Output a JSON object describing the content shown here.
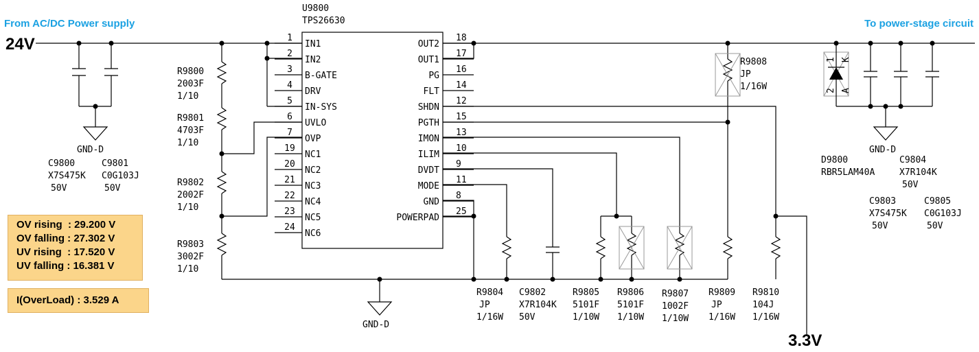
{
  "headers": {
    "input": "From AC/DC Power supply",
    "output": "To power-stage circuit",
    "color": "#1ba1e2"
  },
  "voltages": {
    "input": "24V",
    "output": "3.3V"
  },
  "ic": {
    "ref": "U9800",
    "part": "TPS26630",
    "left_pins": [
      {
        "num": "1",
        "name": "IN1"
      },
      {
        "num": "2",
        "name": "IN2"
      },
      {
        "num": "3",
        "name": "B-GATE"
      },
      {
        "num": "4",
        "name": "DRV"
      },
      {
        "num": "5",
        "name": "IN-SYS"
      },
      {
        "num": "6",
        "name": "UVLO"
      },
      {
        "num": "7",
        "name": "OVP"
      },
      {
        "num": "19",
        "name": "NC1"
      },
      {
        "num": "20",
        "name": "NC2"
      },
      {
        "num": "21",
        "name": "NC3"
      },
      {
        "num": "22",
        "name": "NC4"
      },
      {
        "num": "23",
        "name": "NC5"
      },
      {
        "num": "24",
        "name": "NC6"
      }
    ],
    "right_pins": [
      {
        "num": "18",
        "name": "OUT2"
      },
      {
        "num": "17",
        "name": "OUT1"
      },
      {
        "num": "16",
        "name": "PG"
      },
      {
        "num": "14",
        "name": "FLT"
      },
      {
        "num": "12",
        "name": "SHDN"
      },
      {
        "num": "15",
        "name": "PGTH"
      },
      {
        "num": "13",
        "name": "IMON"
      },
      {
        "num": "10",
        "name": "ILIM"
      },
      {
        "num": "9",
        "name": "DVDT"
      },
      {
        "num": "11",
        "name": "MODE"
      },
      {
        "num": "8",
        "name": "GND"
      },
      {
        "num": "25",
        "name": "POWERPAD"
      }
    ]
  },
  "components": {
    "c9800": [
      "C9800",
      "X7S475K",
      "50V"
    ],
    "c9801": [
      "C9801",
      "C0G103J",
      "50V"
    ],
    "r9800": [
      "R9800",
      "2003F",
      "1/10"
    ],
    "r9801": [
      "R9801",
      "4703F",
      "1/10"
    ],
    "r9802": [
      "R9802",
      "2002F",
      "1/10"
    ],
    "r9803": [
      "R9803",
      "3002F",
      "1/10"
    ],
    "r9804": [
      "R9804",
      "JP",
      "1/16W"
    ],
    "c9802": [
      "C9802",
      "X7R104K",
      "50V"
    ],
    "r9805": [
      "R9805",
      "5101F",
      "1/10W"
    ],
    "r9806": [
      "R9806",
      "5101F",
      "1/10W"
    ],
    "r9807": [
      "R9807",
      "1002F",
      "1/10W"
    ],
    "r9808": [
      "R9808",
      "JP",
      "1/16W"
    ],
    "r9809": [
      "R9809",
      "JP",
      "1/16W"
    ],
    "r9810": [
      "R9810",
      "104J",
      "1/16W"
    ],
    "d9800": [
      "D9800",
      "RBR5LAM40A"
    ],
    "c9804": [
      "C9804",
      "X7R104K",
      "50V"
    ],
    "c9803": [
      "C9803",
      "X7S475K",
      "50V"
    ],
    "c9805": [
      "C9805",
      "C0G103J",
      "50V"
    ]
  },
  "diode_pins": {
    "p1": "1",
    "pk": "K",
    "p2": "2",
    "pa": "A"
  },
  "gnd_labels": {
    "g1": "GND-D",
    "g2": "GND-D",
    "g3": "GND-D"
  },
  "notes": {
    "thresholds": [
      "OV rising  : 29.200 V",
      "OV falling : 27.302 V",
      "UV rising  : 17.520 V",
      "UV falling : 16.381 V"
    ],
    "overload": "I(OverLoad) : 3.529 A"
  }
}
